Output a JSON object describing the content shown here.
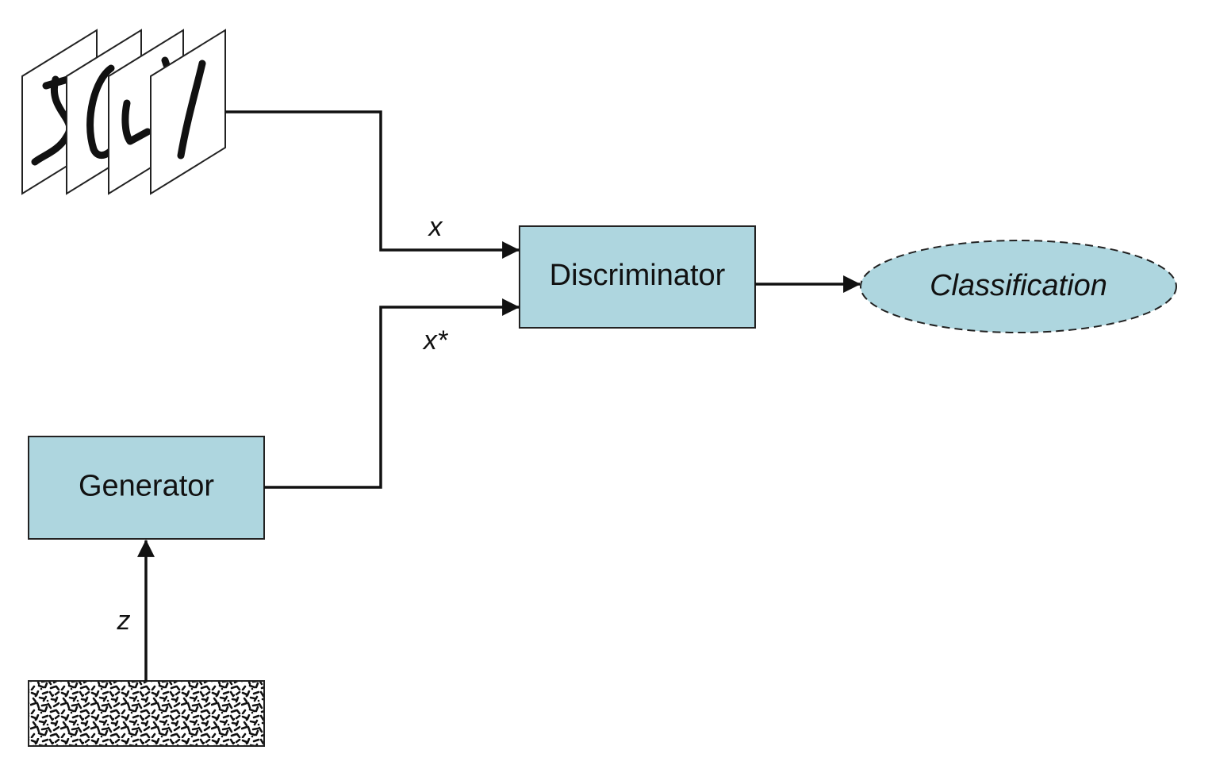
{
  "nodes": {
    "discriminator": {
      "label": "Discriminator"
    },
    "generator": {
      "label": "Generator"
    },
    "classification": {
      "label": "Classification"
    }
  },
  "edges": {
    "real_input": {
      "label": "x"
    },
    "fake_input": {
      "label": "x*"
    },
    "noise_input": {
      "label": "z"
    }
  },
  "colors": {
    "box_fill": "#aed6df",
    "line": "#111111",
    "background": "#ffffff"
  },
  "icons": {
    "real_images": "handwritten-digit-image-stack",
    "noise": "random-noise-texture"
  }
}
